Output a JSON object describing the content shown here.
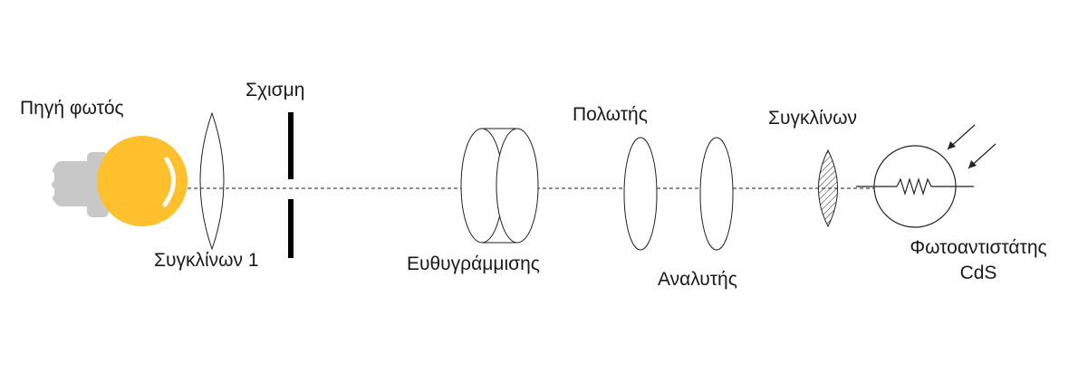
{
  "labels": {
    "light_source": "Πηγή φωτός",
    "condenser_1": "Συγκλίνων 1",
    "slit": "Σχισμη",
    "collimator": "Ευθυγράμμισης",
    "polarizer": "Πολωτής",
    "analyzer": "Αναλυτής",
    "condenser_2": "Συγκλίνων",
    "photoresistor_line1": "Φωτοαντιστάτης",
    "photoresistor_line2": "CdS"
  },
  "colors": {
    "bulb": "#FFC02E",
    "bulb_base": "#C8C8C8",
    "stroke": "#222222"
  },
  "icons": {
    "light_source": "light-bulb-icon",
    "photoresistor": "photoresistor-icon"
  }
}
